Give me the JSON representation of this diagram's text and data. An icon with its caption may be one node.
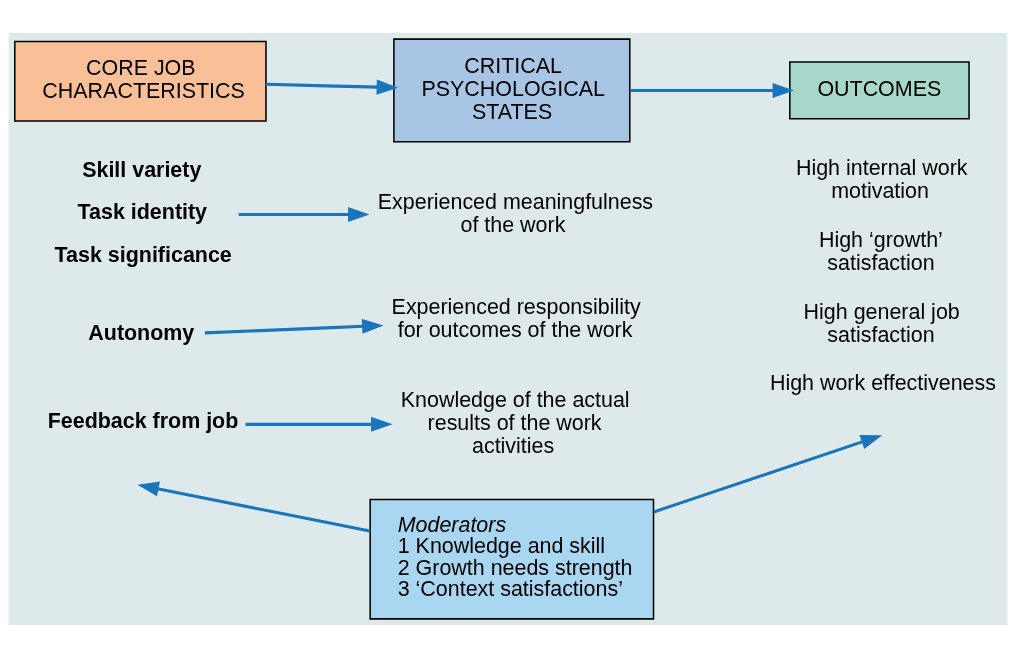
{
  "diagram": {
    "nodes": [
      {
        "text": [
          "CORE JOB CHARACTERISTICS"
        ]
      },
      {
        "text": [
          "CRITICAL PSYCHOLOGICAL STATES"
        ]
      },
      {
        "text": [
          "OUTCOMES"
        ]
      },
      {
        "text": [
          "Skill variety",
          "Task identity",
          "Task significance"
        ]
      },
      {
        "text": [
          "Experienced meaningfulness of the work"
        ]
      },
      {
        "text": [
          "Autonomy"
        ]
      },
      {
        "text": [
          "Experienced responsibility for outcomes of the work"
        ]
      },
      {
        "text": [
          "Feedback from job"
        ]
      },
      {
        "text": [
          "Knowledge of the actual results of the work activities"
        ]
      },
      {
        "text": [
          "High internal work motivation",
          "High ‘growth’ satisfaction",
          "High general job satisfaction",
          "High work effectiveness"
        ]
      },
      {
        "text": [
          "Moderators",
          "1 Knowledge and skill",
          "2 Growth needs strength",
          "3 ‘Context satisfactions’"
        ]
      }
    ],
    "edges": [
      {
        "from": 0,
        "to": 1,
        "arrow": "to"
      },
      {
        "from": 1,
        "to": 2,
        "arrow": "to"
      },
      {
        "from": 3,
        "to": 4,
        "arrow": "to"
      },
      {
        "from": 5,
        "to": 6,
        "arrow": "to"
      },
      {
        "from": 7,
        "to": 8,
        "arrow": "to"
      },
      {
        "from": 10,
        "to": null,
        "arrow": "to"
      },
      {
        "from": 10,
        "to": null,
        "arrow": "to"
      }
    ]
  }
}
